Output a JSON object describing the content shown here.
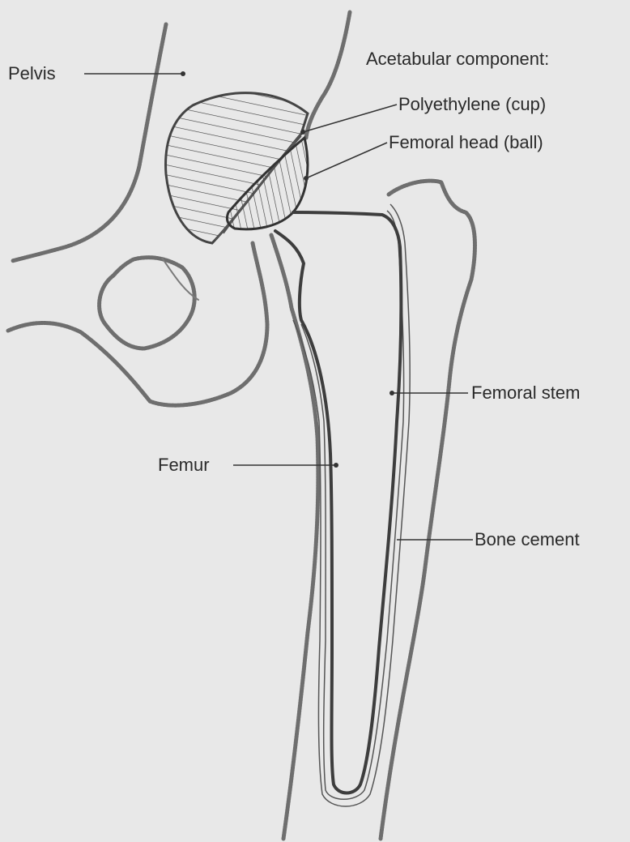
{
  "labels": {
    "pelvis": "Pelvis",
    "acetabular_component": "Acetabular component:",
    "polyethylene": "Polyethylene (cup)",
    "femoral_head": "Femoral head (ball)",
    "femoral_stem": "Femoral stem",
    "femur": "Femur",
    "bone_cement": "Bone cement"
  },
  "colors": {
    "background": "#e8e8e8",
    "line": "#3d3d3d",
    "bone_texture": "#6e6e6e"
  }
}
